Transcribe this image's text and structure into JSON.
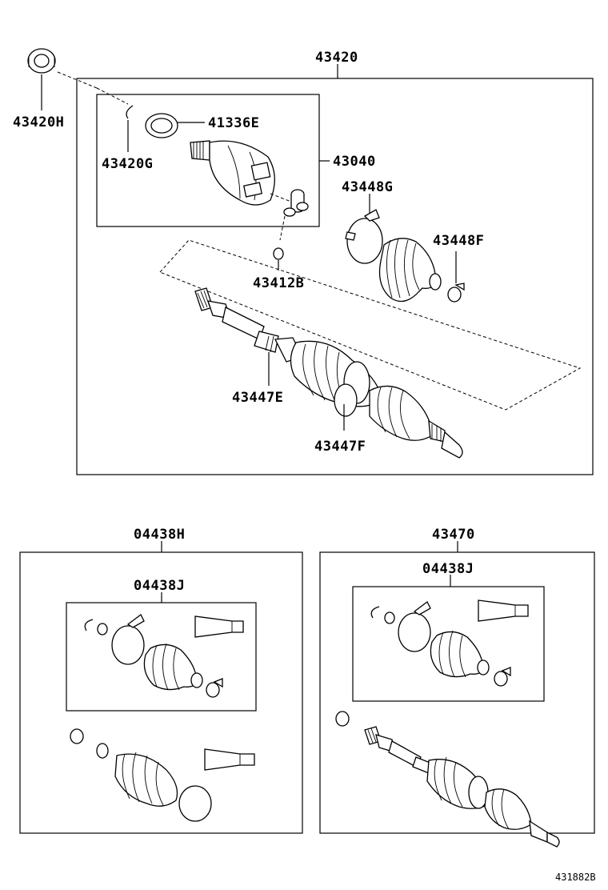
{
  "labels": {
    "assembly": "43420",
    "seal": "43420H",
    "snap_ring": "43420G",
    "bearing_ring": "41336E",
    "inboard_joint": "43040",
    "boot_clamp_large": "43448G",
    "boot_clamp_small": "43448F",
    "retainer": "43412B",
    "outer_clamp_e": "43447E",
    "outer_clamp_f": "43447F",
    "boot_kit_outer": "04438H",
    "boot_kit_inner_left": "04438J",
    "shaft_assembly_right": "43470",
    "boot_kit_inner_right": "04438J"
  },
  "figure_number": "431882B"
}
